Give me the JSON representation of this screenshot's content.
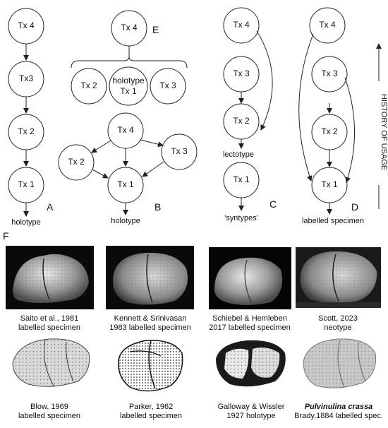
{
  "panels": {
    "A": {
      "letter": "A",
      "nodes": [
        "Tx 4",
        "Tx3",
        "Tx 2",
        "Tx 1"
      ],
      "caption": "holotype"
    },
    "E": {
      "letter": "E",
      "top": "Tx 4",
      "group": [
        "Tx 2",
        "holotype",
        "Tx 1",
        "Tx 3"
      ]
    },
    "B": {
      "letter": "B",
      "nodes": [
        "Tx 4",
        "Tx 2",
        "Tx 3",
        "Tx 1"
      ],
      "caption": "holotype"
    },
    "C": {
      "letter": "C",
      "nodes": [
        "Tx 4",
        "Tx 3",
        "Tx 2",
        "Tx 1"
      ],
      "lectotype": "lectotype",
      "caption": "'syntypes'"
    },
    "D": {
      "letter": "D",
      "nodes": [
        "Tx 4",
        "Tx 3",
        "Tx 2",
        "Tx 1"
      ],
      "caption": "labelled specimen"
    }
  },
  "history_label": "HISTORY OF USAGE",
  "figure_f": {
    "letter": "F",
    "row1": [
      {
        "line1": "Saito et al., 1981",
        "line2": "labelled specimen"
      },
      {
        "line1": "Kennett & Srinivasan",
        "line2": "1983 labelled specimen"
      },
      {
        "line1": "Schiebel & Hemleben",
        "line2": "2017 labelled specimen"
      },
      {
        "line1": "Scott, 2023",
        "line2": "neotype"
      }
    ],
    "row2": [
      {
        "line1": "Blow, 1969",
        "line2": "labelled specimen"
      },
      {
        "line1": "Parker, 1962",
        "line2": "labelled specimen"
      },
      {
        "line1": "Galloway & Wissler",
        "line2": "1927 holotype"
      },
      {
        "line1": "Pulvinulina crassa",
        "line2": "Brady,1884 labelled spec."
      }
    ]
  }
}
